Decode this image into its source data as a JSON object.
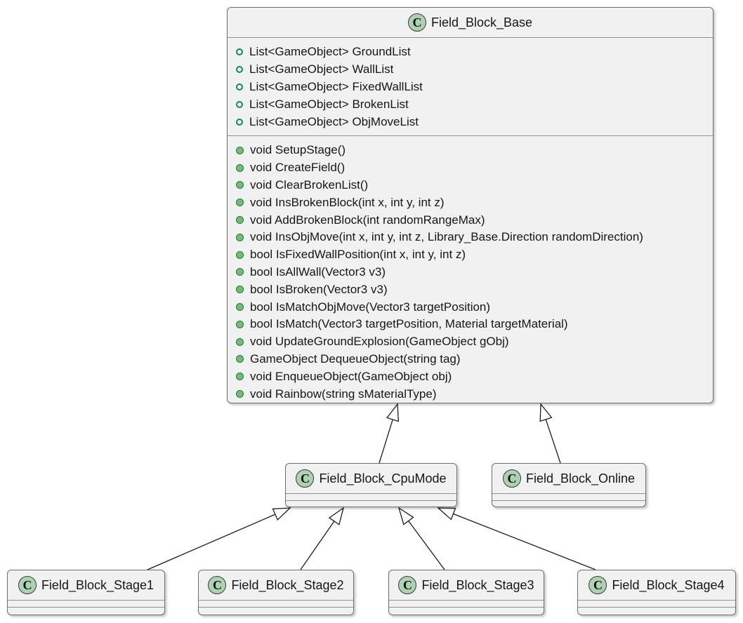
{
  "diagram": {
    "type": "uml-class-diagram",
    "colors": {
      "box_fill": "#f1f1f1",
      "box_border": "#6e6e6e",
      "class_icon_fill": "#ADD1B2",
      "field_icon_green": "#128a4f",
      "method_icon_fill": "#77b977",
      "edge_color": "#1c1c1c"
    }
  },
  "classes": {
    "base": {
      "stereotype": "C",
      "name": "Field_Block_Base",
      "fields": [
        "List<GameObject> GroundList",
        "List<GameObject> WallList",
        "List<GameObject> FixedWallList",
        "List<GameObject> BrokenList",
        "List<GameObject> ObjMoveList"
      ],
      "methods": [
        "void SetupStage()",
        "void CreateField()",
        "void ClearBrokenList()",
        "void InsBrokenBlock(int x, int y, int z)",
        "void AddBrokenBlock(int randomRangeMax)",
        "void InsObjMove(int x, int y, int z, Library_Base.Direction randomDirection)",
        "bool IsFixedWallPosition(int x, int y, int z)",
        "bool IsAllWall(Vector3 v3)",
        "bool IsBroken(Vector3 v3)",
        "bool IsMatchObjMove(Vector3 targetPosition)",
        "bool IsMatch(Vector3 targetPosition, Material targetMaterial)",
        "void UpdateGroundExplosion(GameObject gObj)",
        "GameObject DequeueObject(string tag)",
        "void EnqueueObject(GameObject obj)",
        "void Rainbow(string sMaterialType)"
      ]
    },
    "cpu_mode": {
      "stereotype": "C",
      "name": "Field_Block_CpuMode",
      "fields": [],
      "methods": []
    },
    "online": {
      "stereotype": "C",
      "name": "Field_Block_Online",
      "fields": [],
      "methods": []
    },
    "stage1": {
      "stereotype": "C",
      "name": "Field_Block_Stage1",
      "fields": [],
      "methods": []
    },
    "stage2": {
      "stereotype": "C",
      "name": "Field_Block_Stage2",
      "fields": [],
      "methods": []
    },
    "stage3": {
      "stereotype": "C",
      "name": "Field_Block_Stage3",
      "fields": [],
      "methods": []
    },
    "stage4": {
      "stereotype": "C",
      "name": "Field_Block_Stage4",
      "fields": [],
      "methods": []
    }
  },
  "relations": [
    {
      "from": "Field_Block_CpuMode",
      "to": "Field_Block_Base",
      "type": "extends"
    },
    {
      "from": "Field_Block_Online",
      "to": "Field_Block_Base",
      "type": "extends"
    },
    {
      "from": "Field_Block_Stage1",
      "to": "Field_Block_CpuMode",
      "type": "extends"
    },
    {
      "from": "Field_Block_Stage2",
      "to": "Field_Block_CpuMode",
      "type": "extends"
    },
    {
      "from": "Field_Block_Stage3",
      "to": "Field_Block_CpuMode",
      "type": "extends"
    },
    {
      "from": "Field_Block_Stage4",
      "to": "Field_Block_CpuMode",
      "type": "extends"
    }
  ]
}
